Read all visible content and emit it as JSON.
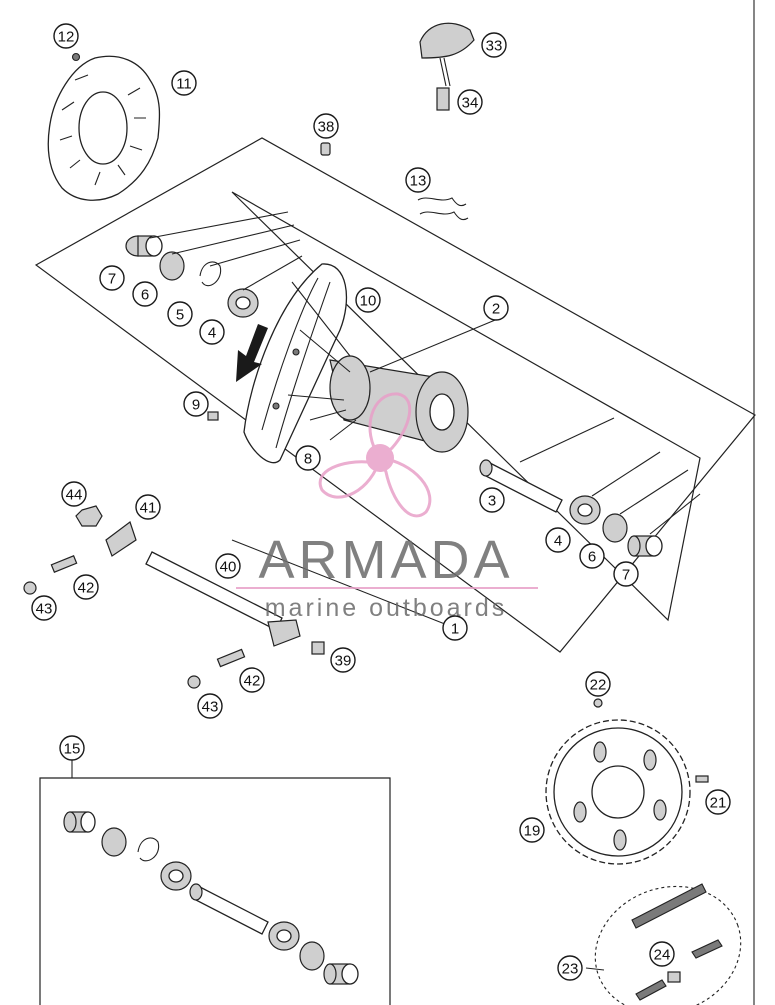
{
  "callouts": {
    "c1": "1",
    "c2": "2",
    "c3": "3",
    "c4a": "4",
    "c4b": "4",
    "c5": "5",
    "c6a": "6",
    "c6b": "6",
    "c7a": "7",
    "c7b": "7",
    "c8": "8",
    "c9": "9",
    "c10": "10",
    "c11": "11",
    "c12": "12",
    "c13": "13",
    "c15": "15",
    "c19": "19",
    "c21": "21",
    "c22": "22",
    "c23": "23",
    "c24": "24",
    "c33": "33",
    "c34": "34",
    "c38": "38",
    "c39": "39",
    "c40": "40",
    "c41": "41",
    "c42a": "42",
    "c42b": "42",
    "c43a": "43",
    "c43b": "43",
    "c44": "44"
  },
  "watermark": {
    "title": "ARMADA",
    "subtitle": "marine outboards",
    "accent_color": "#e8a0c8"
  },
  "colors": {
    "line": "#222222",
    "background": "#ffffff"
  }
}
